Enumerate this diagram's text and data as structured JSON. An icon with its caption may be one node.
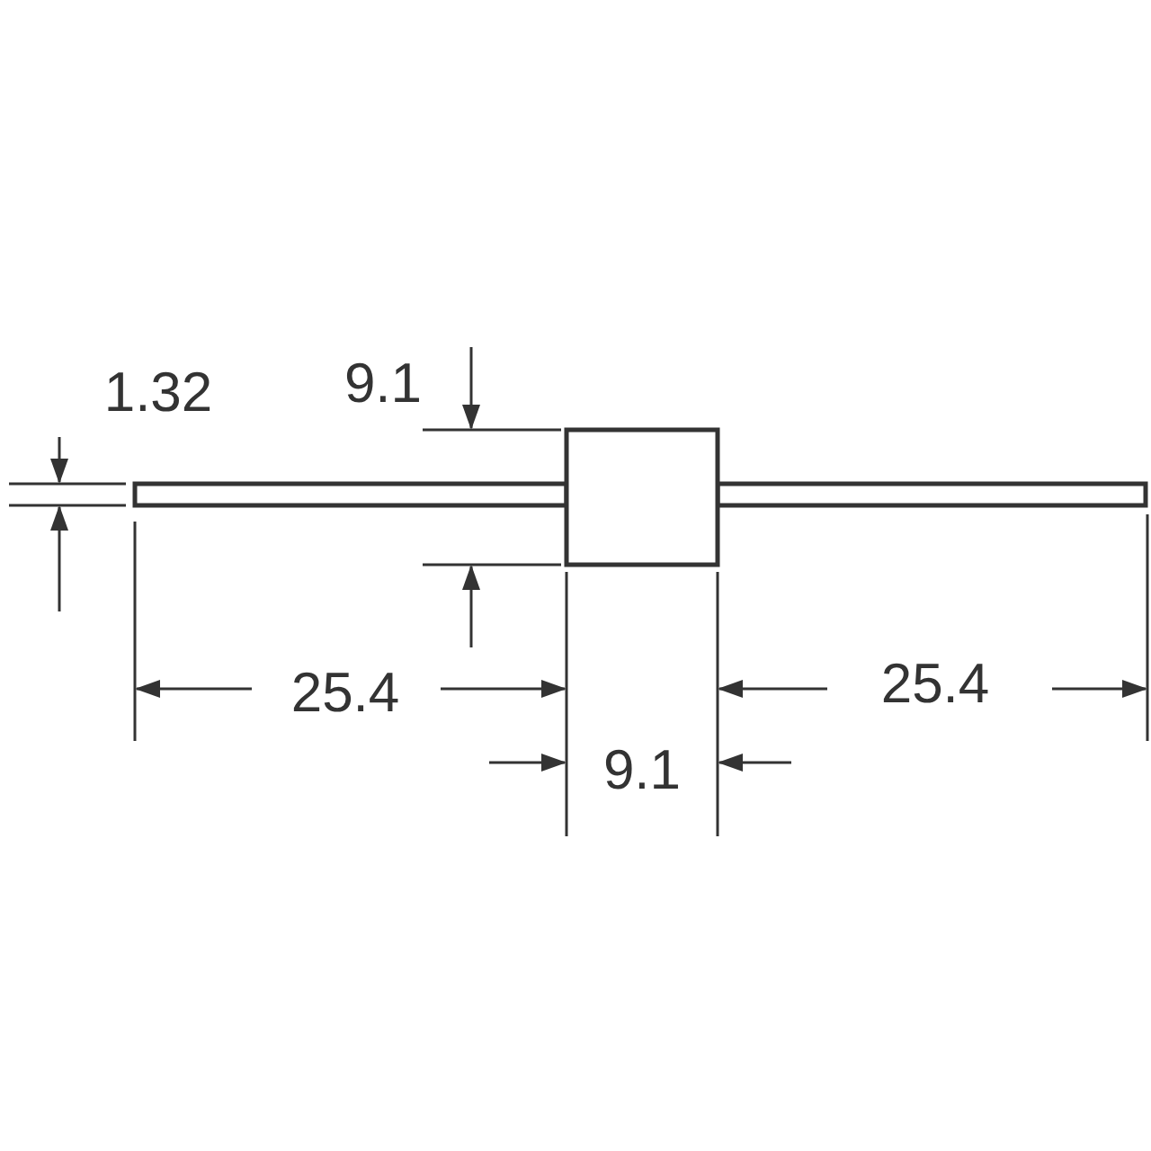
{
  "diagram": {
    "labels": [
      "1.32",
      "9.1",
      "25.4",
      "25.4",
      "9.1"
    ]
  }
}
